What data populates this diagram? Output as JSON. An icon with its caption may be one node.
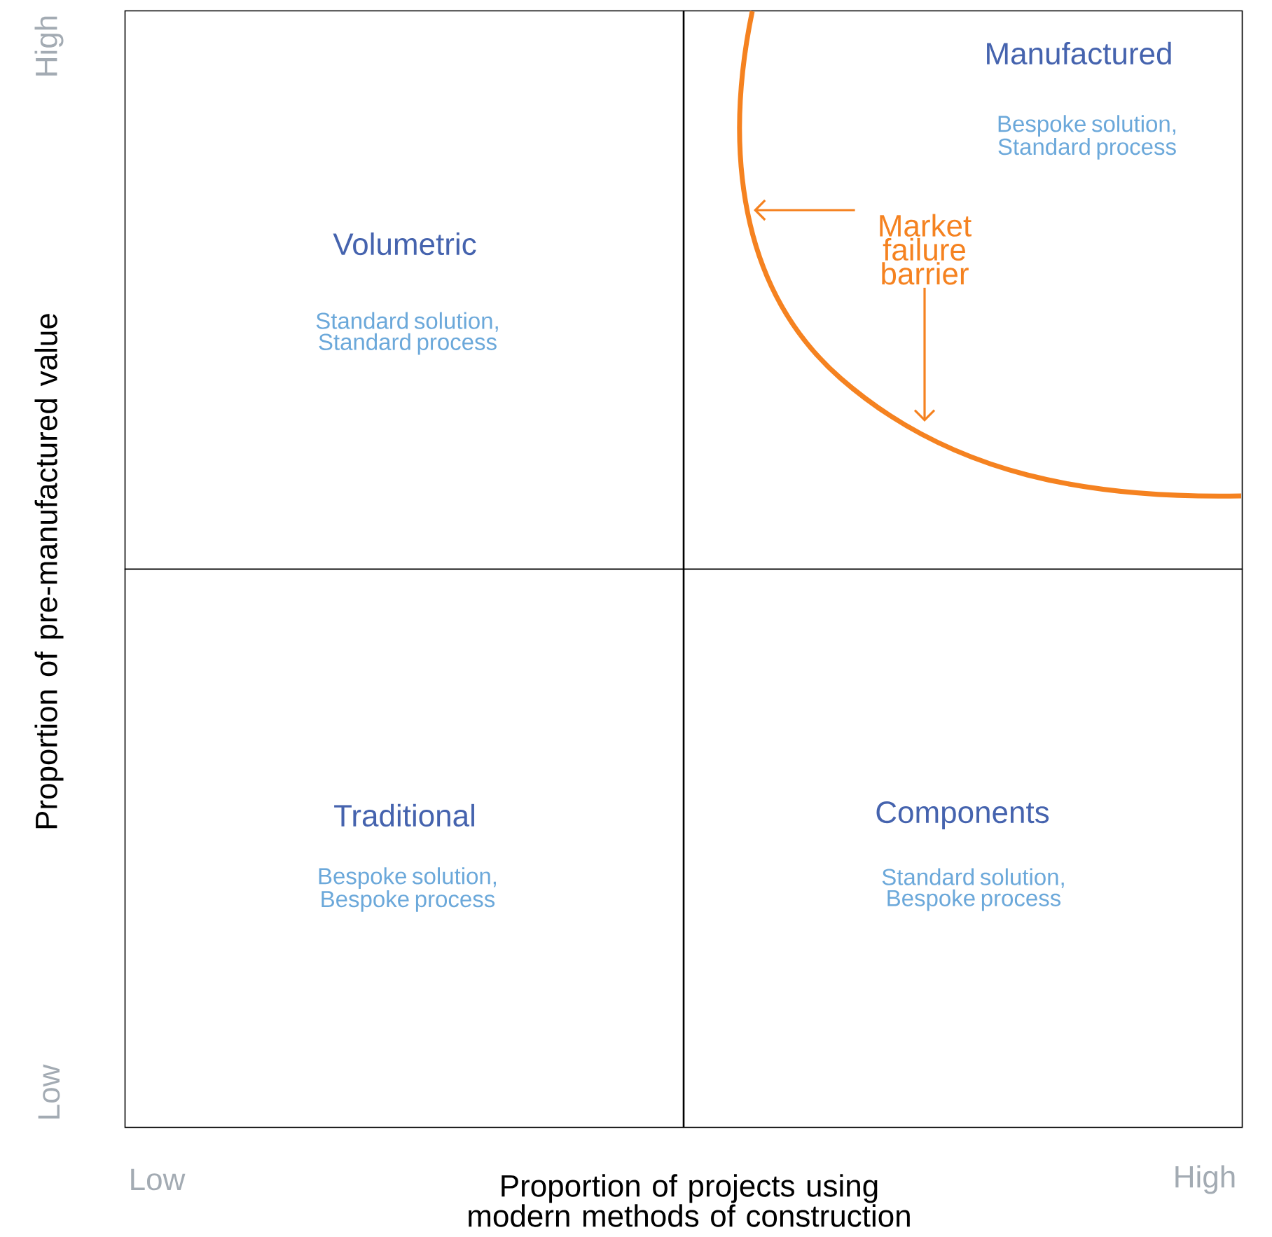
{
  "diagram": {
    "nodes": [
      {
        "text": [
          "Volumetric",
          "Standard solution, Standard process"
        ]
      },
      {
        "text": [
          "Manufactured",
          "Bespoke solution, Standard process"
        ]
      },
      {
        "text": [
          "Traditional",
          "Bespoke solution, Bespoke process"
        ]
      },
      {
        "text": [
          "Components",
          "Standard solution, Bespoke process"
        ]
      },
      {
        "text": [
          "Market failure barrier"
        ],
        "in": 1
      }
    ],
    "edges": [
      {
        "from": 4,
        "to": null,
        "arrow": "to"
      },
      {
        "from": 4,
        "to": null,
        "arrow": "to"
      }
    ],
    "labels": [
      "High",
      "Low",
      "Proportion of pre-manufactured value",
      "Low",
      "High",
      "Proportion of projects using modern methods of construction"
    ]
  }
}
